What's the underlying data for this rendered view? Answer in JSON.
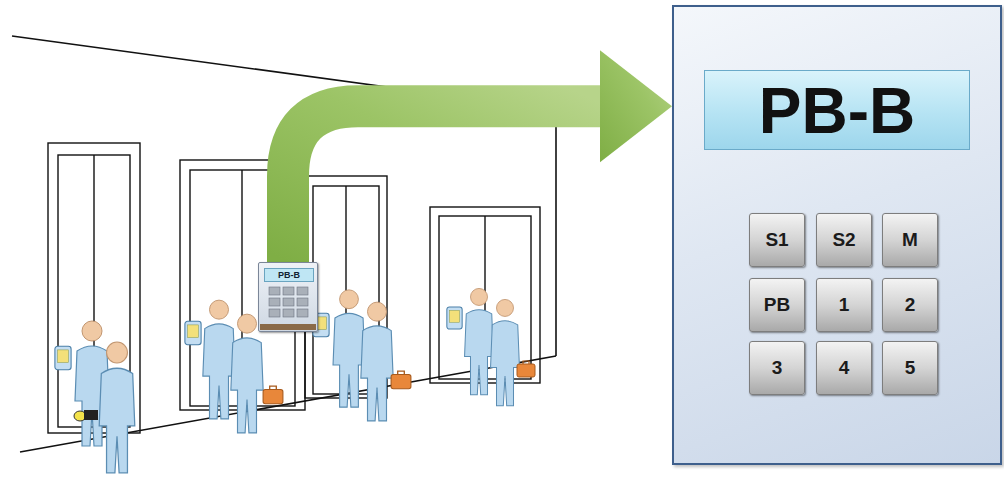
{
  "diagram": {
    "nodes": [
      {
        "text": [
          "PB-B"
        ]
      },
      {
        "text": [
          "PB-B"
        ]
      },
      {
        "text": [
          "S1"
        ],
        "in": 1
      },
      {
        "text": [
          "S2"
        ],
        "in": 1
      },
      {
        "text": [
          "M"
        ],
        "in": 1
      },
      {
        "text": [
          "PB"
        ],
        "in": 1
      },
      {
        "text": [
          "1"
        ],
        "in": 1
      },
      {
        "text": [
          "2"
        ],
        "in": 1
      },
      {
        "text": [
          "3"
        ],
        "in": 1
      },
      {
        "text": [
          "4"
        ],
        "in": 1
      },
      {
        "text": [
          "5"
        ],
        "in": 1
      }
    ],
    "edges": [
      {
        "from": 0,
        "to": 1,
        "arrow": "to"
      }
    ]
  }
}
